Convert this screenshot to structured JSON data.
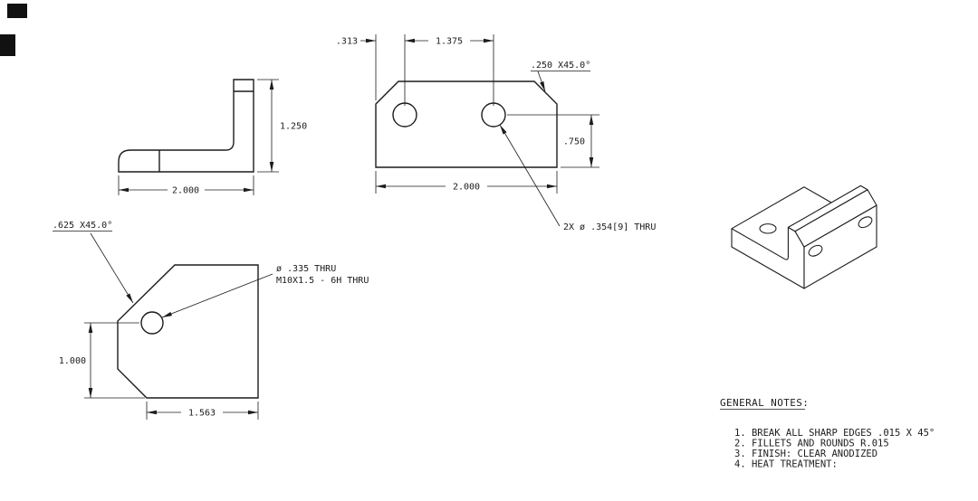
{
  "colors": {
    "line": "#1c1c1c",
    "background": "#ffffff"
  },
  "views": {
    "side": {
      "dim_height": "1.250",
      "dim_depth": "2.000"
    },
    "front": {
      "dim_hole_offset": ".313",
      "dim_hole_spacing": "1.375",
      "chamfer_note": ".250 X45.0°",
      "dim_hole_height": ".750",
      "dim_width": "2.000",
      "holes_callout": "2X ø .354[9] THRU"
    },
    "left": {
      "chamfer_note": ".625 X45.0°",
      "hole_callout_line1": "ø .335 THRU",
      "hole_callout_line2": "M10X1.5 - 6H THRU",
      "dim_hole_height": "1.000",
      "dim_width": "1.563"
    }
  },
  "notes": {
    "title": "GENERAL NOTES:",
    "items": [
      "1. BREAK ALL SHARP EDGES .015 X 45°",
      "2. FILLETS AND ROUNDS R.015",
      "3. FINISH: CLEAR ANODIZED",
      "4. HEAT TREATMENT:"
    ]
  }
}
